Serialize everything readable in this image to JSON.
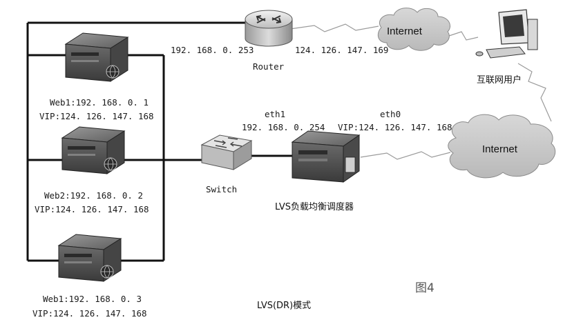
{
  "router": {
    "label": "Router",
    "lan_ip": "192. 168. 0. 253",
    "wan_ip": "124. 126. 147. 169"
  },
  "internet_top": {
    "label": "Internet"
  },
  "internet_bottom": {
    "label": "Internet"
  },
  "user": {
    "label": "互联网用户"
  },
  "switch": {
    "label": "Switch"
  },
  "lvs": {
    "label": "LVS负载均衡调度器",
    "eth1_label": "eth1",
    "eth1_ip": "192. 168. 0. 254",
    "eth0_label": "eth0",
    "eth0_vip": "VIP:124. 126. 147. 168"
  },
  "servers": [
    {
      "name_ip": "Web1:192. 168. 0. 1",
      "vip": "VIP:124. 126. 147. 168"
    },
    {
      "name_ip": "Web2:192. 168. 0. 2",
      "vip": "VIP:124. 126. 147. 168"
    },
    {
      "name_ip": "Web1:192. 168. 0. 3",
      "vip": "VIP:124. 126. 147. 168"
    }
  ],
  "caption": "LVS(DR)模式",
  "figure_label": "图4"
}
